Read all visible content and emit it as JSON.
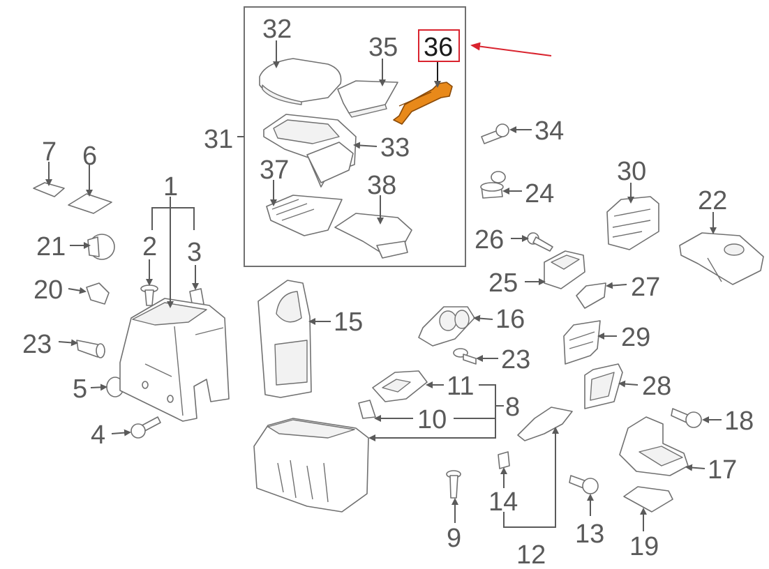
{
  "labels": {
    "p1": "1",
    "p2": "2",
    "p3": "3",
    "p4": "4",
    "p5": "5",
    "p6": "6",
    "p7": "7",
    "p8": "8",
    "p9": "9",
    "p10": "10",
    "p11": "11",
    "p12": "12",
    "p13": "13",
    "p14": "14",
    "p15": "15",
    "p16": "16",
    "p17": "17",
    "p18": "18",
    "p19": "19",
    "p20": "20",
    "p21": "21",
    "p22": "22",
    "p23a": "23",
    "p23b": "23",
    "p24": "24",
    "p25": "25",
    "p26": "26",
    "p27": "27",
    "p28": "28",
    "p29": "29",
    "p30": "30",
    "p31": "31",
    "p32": "32",
    "p33": "33",
    "p34": "34",
    "p35": "35",
    "p36": "36",
    "p37": "37",
    "p38": "38"
  },
  "highlight": {
    "part": "36",
    "box_color": "#d9232e",
    "arrow_color": "#d9232e",
    "part_color": "#e8891a"
  },
  "colors": {
    "line": "#5a5a5a",
    "part_stroke": "#707070"
  }
}
